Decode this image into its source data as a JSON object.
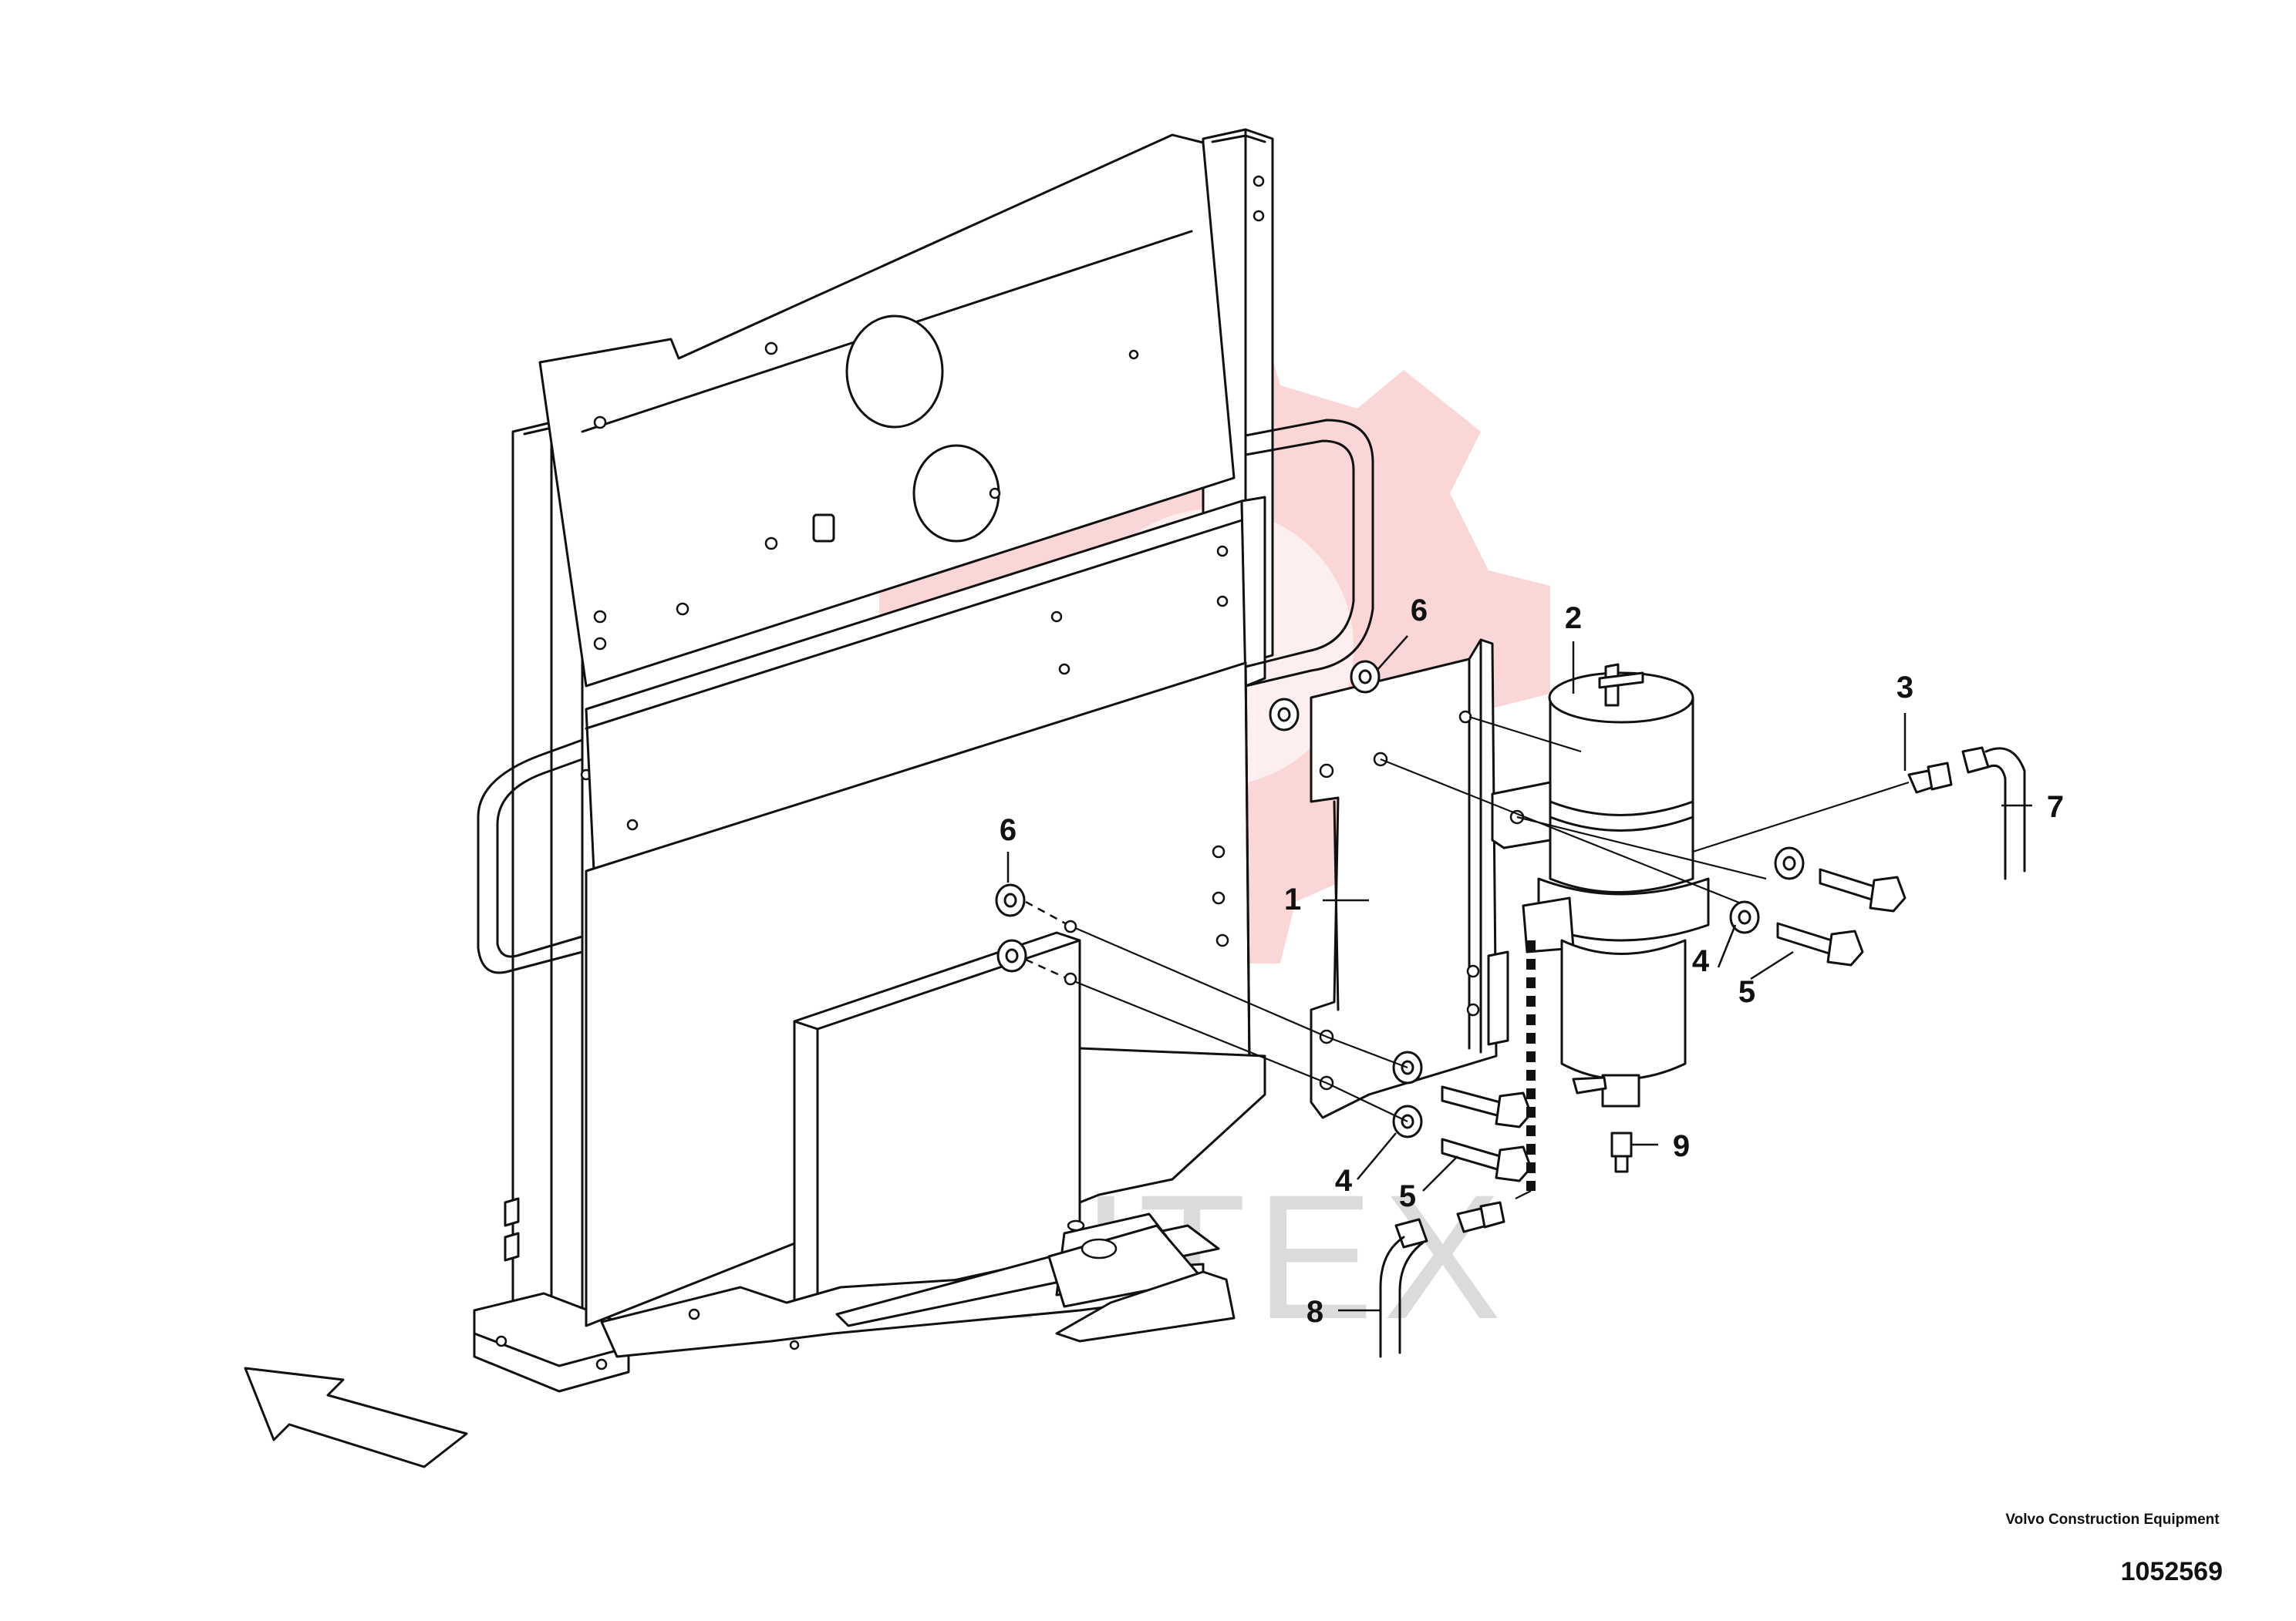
{
  "watermark": {
    "text": "ИНТЕХ",
    "logo_icon": "gear-logo-icon",
    "logo_color": "#f08a8a"
  },
  "callouts": {
    "c1": "1",
    "c2": "2",
    "c3": "3",
    "c4a": "4",
    "c4b": "4",
    "c5a": "5",
    "c5b": "5",
    "c6a": "6",
    "c6b": "6",
    "c7": "7",
    "c8": "8",
    "c9": "9"
  },
  "footer": {
    "brand": "Volvo Construction Equipment",
    "drawing_number": "1052569"
  },
  "direction_arrow_icon": "forward-direction-arrow-icon"
}
